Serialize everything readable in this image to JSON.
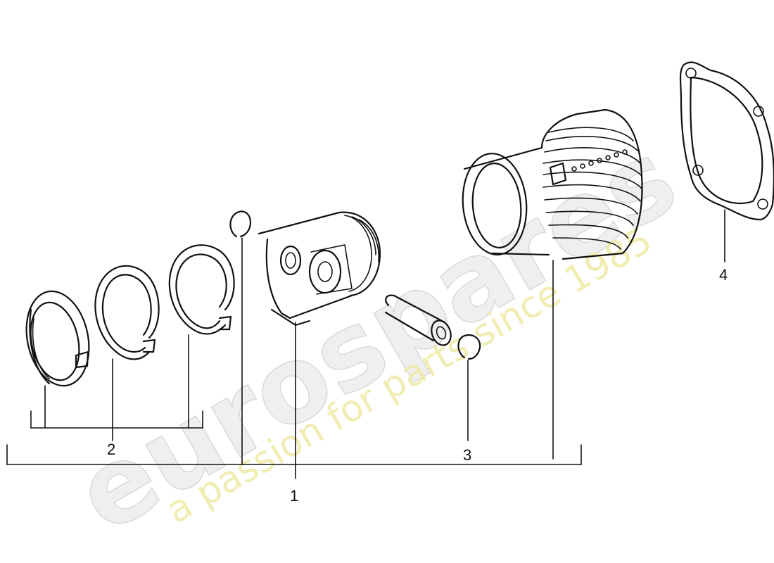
{
  "watermark": {
    "brand": "eurospares",
    "tagline": "a passion for parts since 1985"
  },
  "callouts": [
    "1",
    "2",
    "3",
    "4"
  ],
  "parts": {
    "oil_ring": "oil-control-ring",
    "compression_ring_2": "compression-ring",
    "compression_ring_1": "compression-ring",
    "circlip_left": "circlip",
    "piston": "piston",
    "piston_pin": "piston-pin",
    "circlip_right": "circlip",
    "cylinder": "cylinder",
    "gasket": "gasket"
  },
  "colors": {
    "line": "#111111",
    "watermark_brand": "#ececec",
    "watermark_tagline": "#eeeaa4"
  }
}
